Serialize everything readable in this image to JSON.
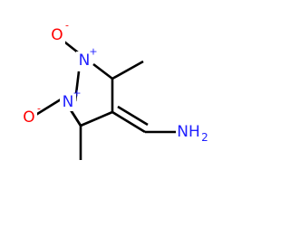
{
  "molecule": {
    "atoms": {
      "n1": {
        "symbol": "N",
        "charge": "+"
      },
      "n2": {
        "symbol": "N",
        "charge": "+"
      },
      "o1": {
        "symbol": "O",
        "charge": "-"
      },
      "o2": {
        "symbol": "O",
        "charge": "-"
      },
      "amine": {
        "symbol": "NH",
        "subscript": "2"
      }
    },
    "colors": {
      "nitrogen": "#2020ff",
      "oxygen": "#ff0000",
      "bond": "#000000"
    }
  }
}
